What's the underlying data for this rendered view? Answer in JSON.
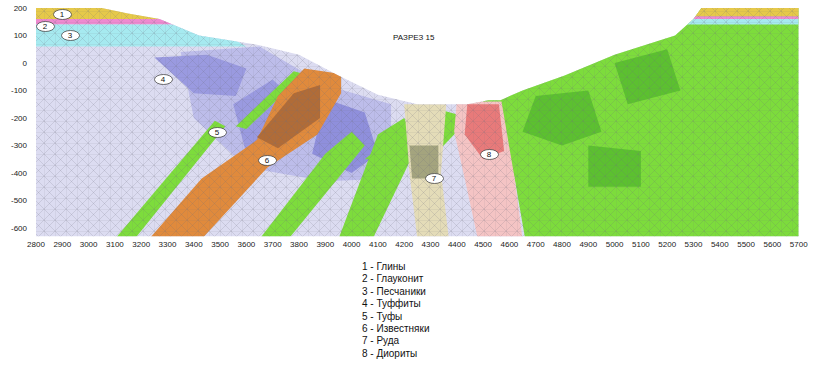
{
  "diagram": {
    "title": "РАЗРЕЗ 15",
    "nodes": [
      {
        "text": [
          "1"
        ]
      },
      {
        "text": [
          "2"
        ]
      },
      {
        "text": [
          "3"
        ]
      },
      {
        "text": [
          "4"
        ]
      },
      {
        "text": [
          "5"
        ]
      },
      {
        "text": [
          "6"
        ]
      },
      {
        "text": [
          "7"
        ]
      },
      {
        "text": [
          "8"
        ]
      }
    ],
    "labels": [
      "200",
      "100",
      "0",
      "-100",
      "-200",
      "-300",
      "-400",
      "-500",
      "-600",
      "2800",
      "2900",
      "3000",
      "3100",
      "3200",
      "3300",
      "3400",
      "3500",
      "3600",
      "3700",
      "3800",
      "3900",
      "4000",
      "4100",
      "4200",
      "4300",
      "4400",
      "4500",
      "4600",
      "4700",
      "4800",
      "4900",
      "5000",
      "5100",
      "5200",
      "5300",
      "5400",
      "5500",
      "5600",
      "5700"
    ],
    "legend": [
      {
        "text": "1 - Глины"
      },
      {
        "text": "2 - Глауконит"
      },
      {
        "text": "3 - Песчаники"
      },
      {
        "text": "4 - Туффиты"
      },
      {
        "text": "5 - Туфы"
      },
      {
        "text": "6 - Известняки"
      },
      {
        "text": "7 - Руда"
      },
      {
        "text": "8 - Диориты"
      }
    ]
  }
}
